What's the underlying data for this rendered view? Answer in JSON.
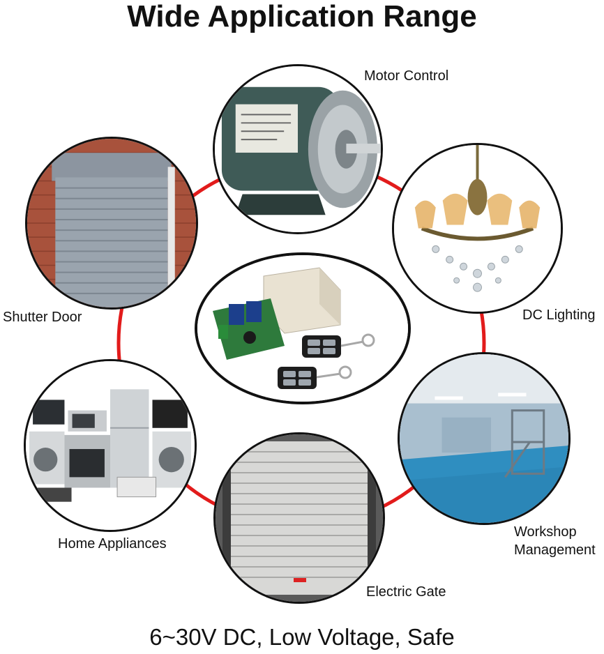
{
  "title": "Wide Application Range",
  "footer": "6~30V DC, Low Voltage, Safe",
  "applications": {
    "motor_control": "Motor Control",
    "dc_lighting": "DC Lighting",
    "shutter_door": "Shutter Door",
    "home_appliances": "Home Appliances",
    "electric_gate": "Electric Gate",
    "workshop_line1": "Workshop",
    "workshop_line2": "Management"
  },
  "colors": {
    "ring": "#e21b1b",
    "border": "#111111"
  }
}
